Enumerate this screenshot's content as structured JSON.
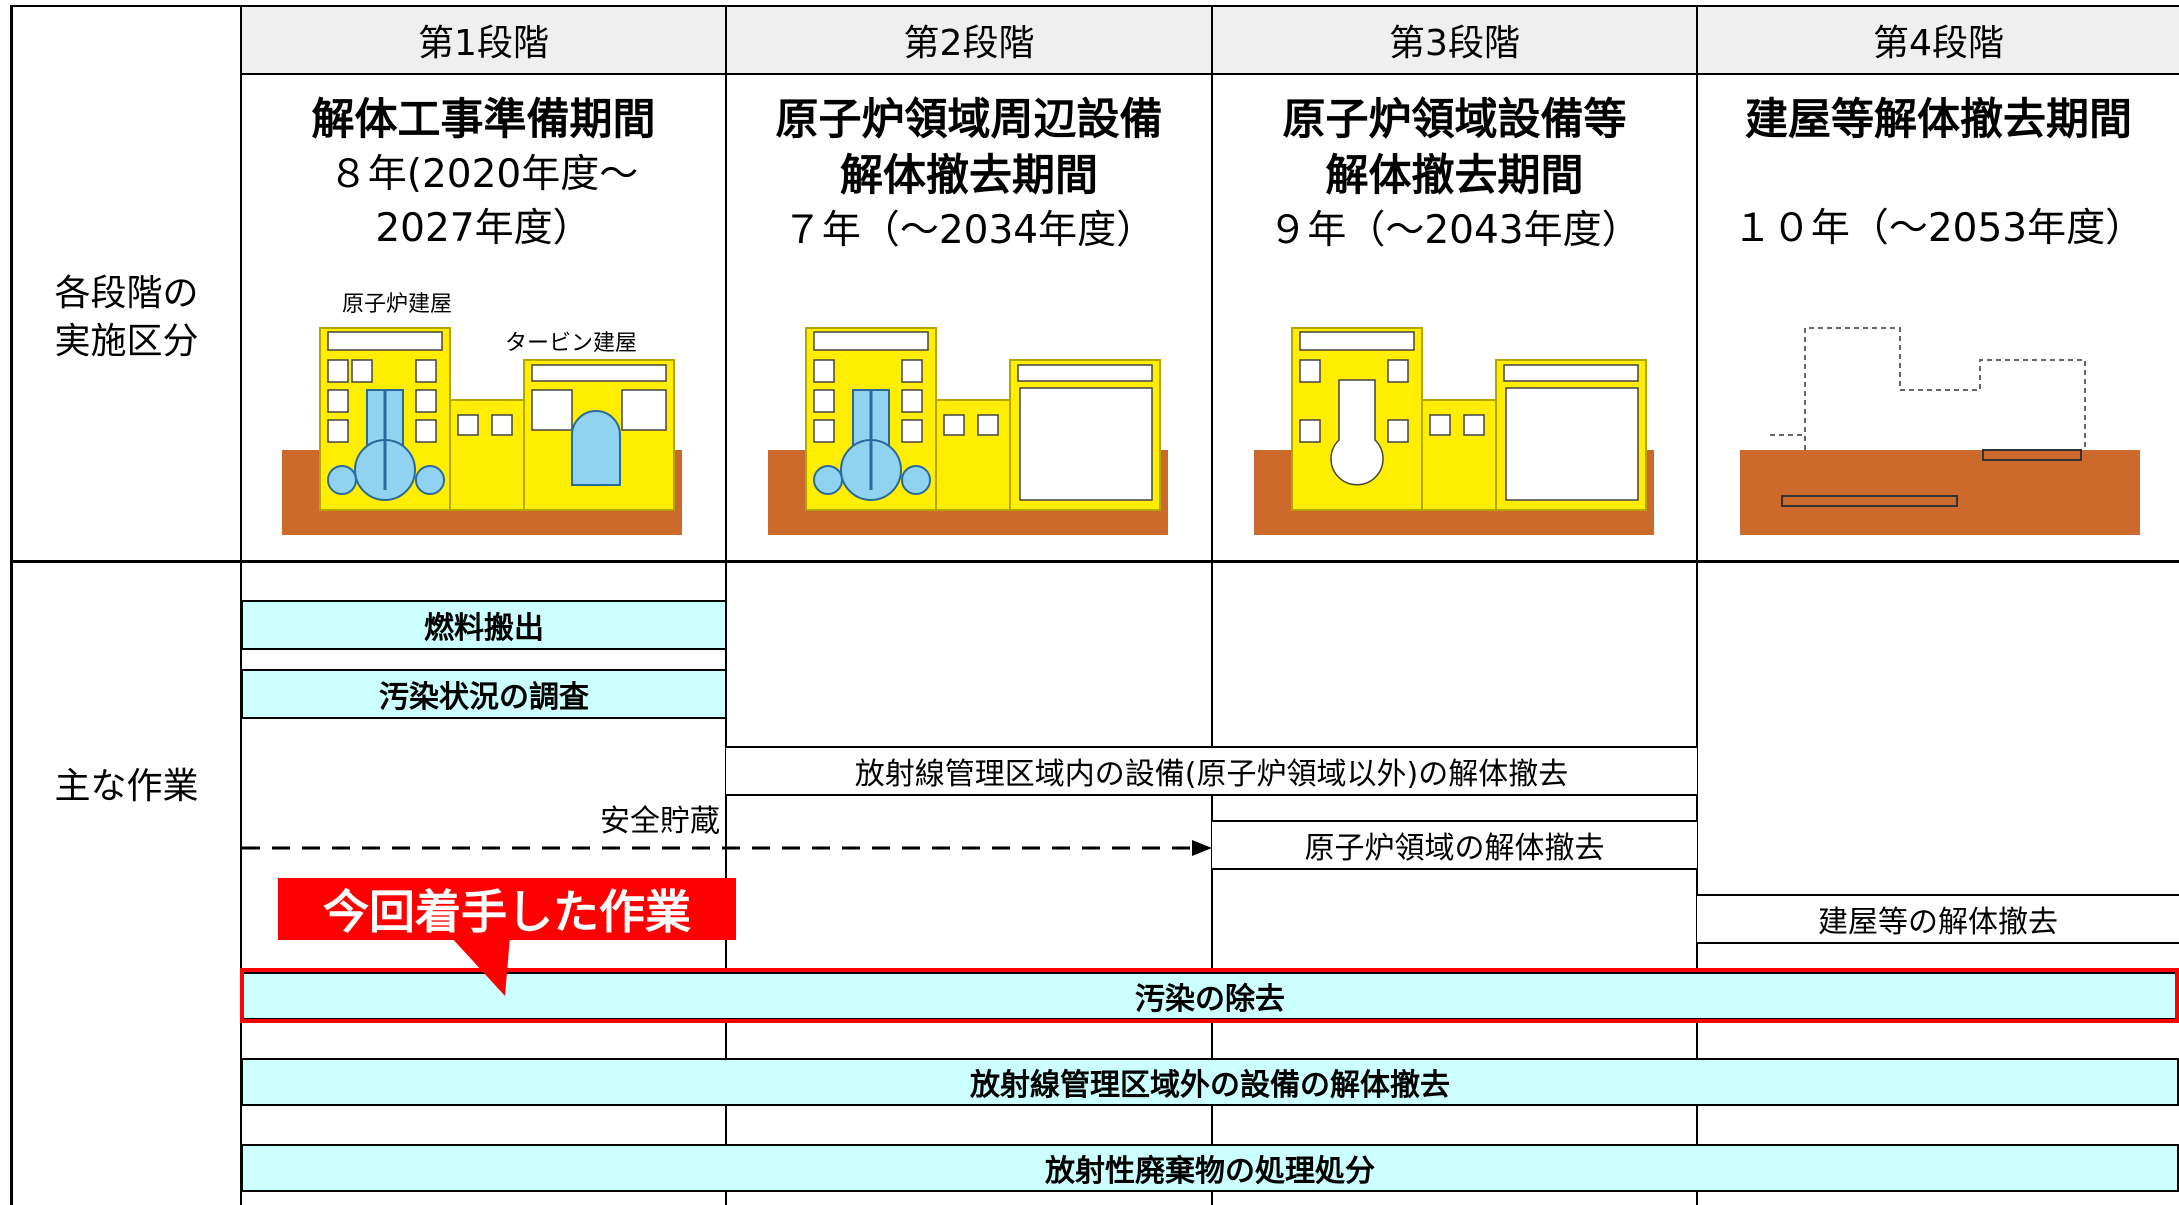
{
  "stages": [
    {
      "header": "第1段階",
      "title": "解体工事準備期間",
      "period": "８年(2020年度～\n2027年度）"
    },
    {
      "header": "第2段階",
      "title": "原子炉領域周辺設備\n解体撤去期間",
      "period": "７年（～2034年度）"
    },
    {
      "header": "第3段階",
      "title": "原子炉領域設備等\n解体撤去期間",
      "period": "９年（～2043年度）"
    },
    {
      "header": "第4段階",
      "title": "建屋等解体撤去期間",
      "period": "１０年（～2053年度）"
    }
  ],
  "row_labels": {
    "phases": "各段階の\n実施区分",
    "works": "主な作業"
  },
  "building_labels": {
    "reactor": "原子炉建屋",
    "turbine": "タービン建屋"
  },
  "tasks": {
    "fuel": "燃料搬出",
    "survey": "汚染状況の調査",
    "outside_reactor": "放射線管理区域内の設備(原子炉領域以外)の解体撤去",
    "safe_storage": "安全貯蔵",
    "reactor_area": "原子炉領域の解体撤去",
    "building": "建屋等の解体撤去",
    "decon": "汚染の除去",
    "non_controlled": "放射線管理区域外の設備の解体撤去",
    "waste": "放射性廃棄物の処理処分"
  },
  "callout": "今回着手した作業",
  "colors": {
    "header_bg": "#efefef",
    "cyan": "#ccffff",
    "red": "#ff0000",
    "ground": "#cc6a2c",
    "yellow": "#ffee00",
    "blue": "#8fd3f0"
  }
}
